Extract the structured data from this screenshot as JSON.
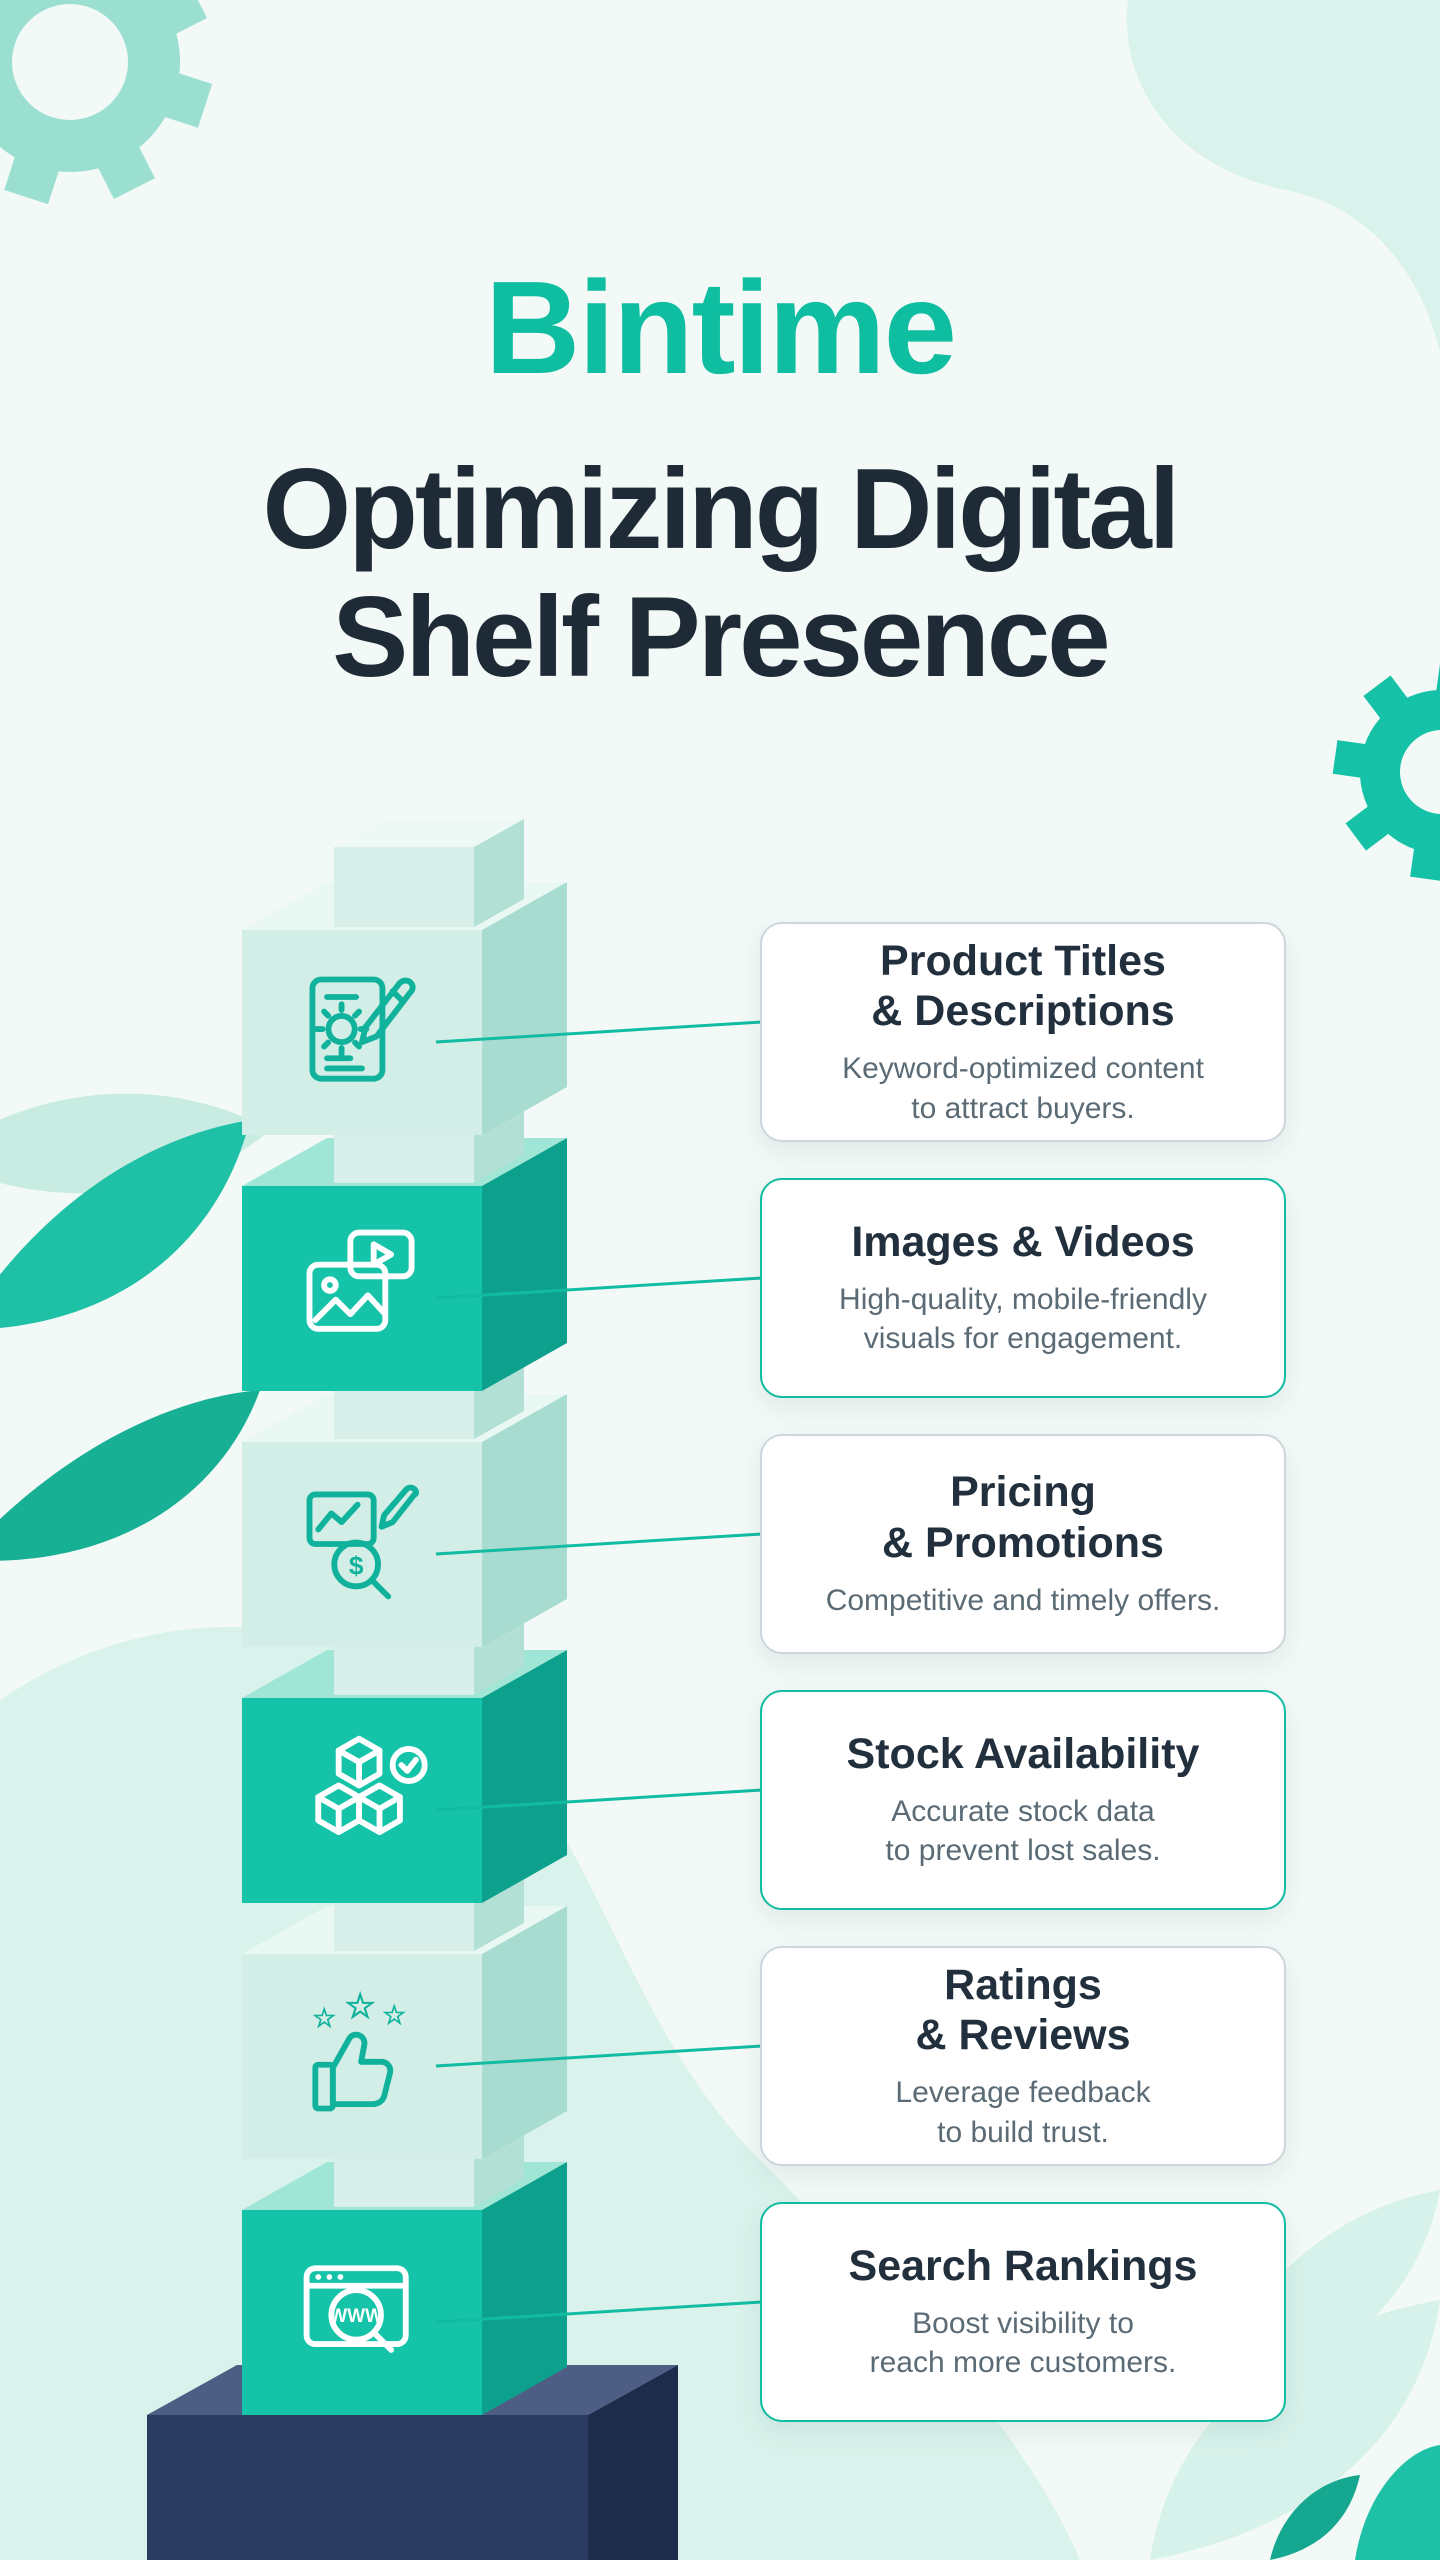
{
  "logo": {
    "text": "Bintime",
    "color": "#0FBEA1"
  },
  "title": {
    "text": "Optimizing Digital\nShelf Presence",
    "color": "#1F2A37"
  },
  "colors": {
    "accent_teal": "#12BCA2",
    "dark_navy": "#1F2A37",
    "card_border_grey": "#CCD7DD",
    "card_border_teal": "#12BCA2",
    "background": "#F2F9F6",
    "mint_light": "#D9F3EC"
  },
  "tower": {
    "light_block_color": "#D2EEE6",
    "teal_block_color": "#14C3A8",
    "base_block_color": "#2C3B60"
  },
  "icon_glyphs": {
    "dollar": "$",
    "www": "WWW",
    "star": "☆"
  },
  "rows": [
    {
      "id": "product-titles",
      "accent": "grey",
      "icon": "document-gear-pencil-icon",
      "title": "Product Titles\n& Descriptions",
      "description": "Keyword-optimized content\nto attract buyers."
    },
    {
      "id": "images-videos",
      "accent": "teal",
      "icon": "image-video-icon",
      "title": "Images & Videos",
      "description": "High-quality, mobile-friendly\nvisuals for engagement."
    },
    {
      "id": "pricing-promotions",
      "accent": "grey",
      "icon": "chart-magnifier-icon",
      "title": "Pricing\n& Promotions",
      "description": "Competitive and timely offers."
    },
    {
      "id": "stock-availability",
      "accent": "teal",
      "icon": "boxes-check-icon",
      "title": "Stock Availability",
      "description": "Accurate stock data\nto prevent lost sales."
    },
    {
      "id": "ratings-reviews",
      "accent": "grey",
      "icon": "thumbs-up-stars-icon",
      "title": "Ratings\n& Reviews",
      "description": "Leverage feedback\nto build trust."
    },
    {
      "id": "search-rankings",
      "accent": "teal",
      "icon": "browser-search-icon",
      "title": "Search Rankings",
      "description": "Boost visibility to\nreach more customers."
    }
  ],
  "decorations": {
    "gear_top_left": {
      "name": "gear-icon",
      "color": "#9BDFD1"
    },
    "gear_right": {
      "name": "gear-icon",
      "color": "#15C2A7"
    },
    "blob_top_right": {
      "color": "#D9F3EC"
    },
    "blob_bottom_left": {
      "color": "#D9F3EC"
    },
    "leaves_left": {
      "color": "#1EC0A6"
    },
    "leaves_bottom_right": {
      "colors": [
        "#D7F2EA",
        "#15A78F",
        "#1EC0A6"
      ]
    }
  }
}
